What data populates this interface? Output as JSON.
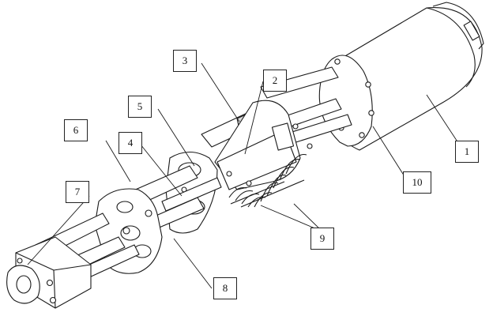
{
  "labels": {
    "l1": "1",
    "l2": "2",
    "l3": "3",
    "l4": "4",
    "l5": "5",
    "l6": "6",
    "l7": "7",
    "l8": "8",
    "l9": "9",
    "l10": "10"
  },
  "colors": {
    "line": "#1a1a1a",
    "fill": "#ffffff",
    "shade": "#d9d9d9"
  }
}
